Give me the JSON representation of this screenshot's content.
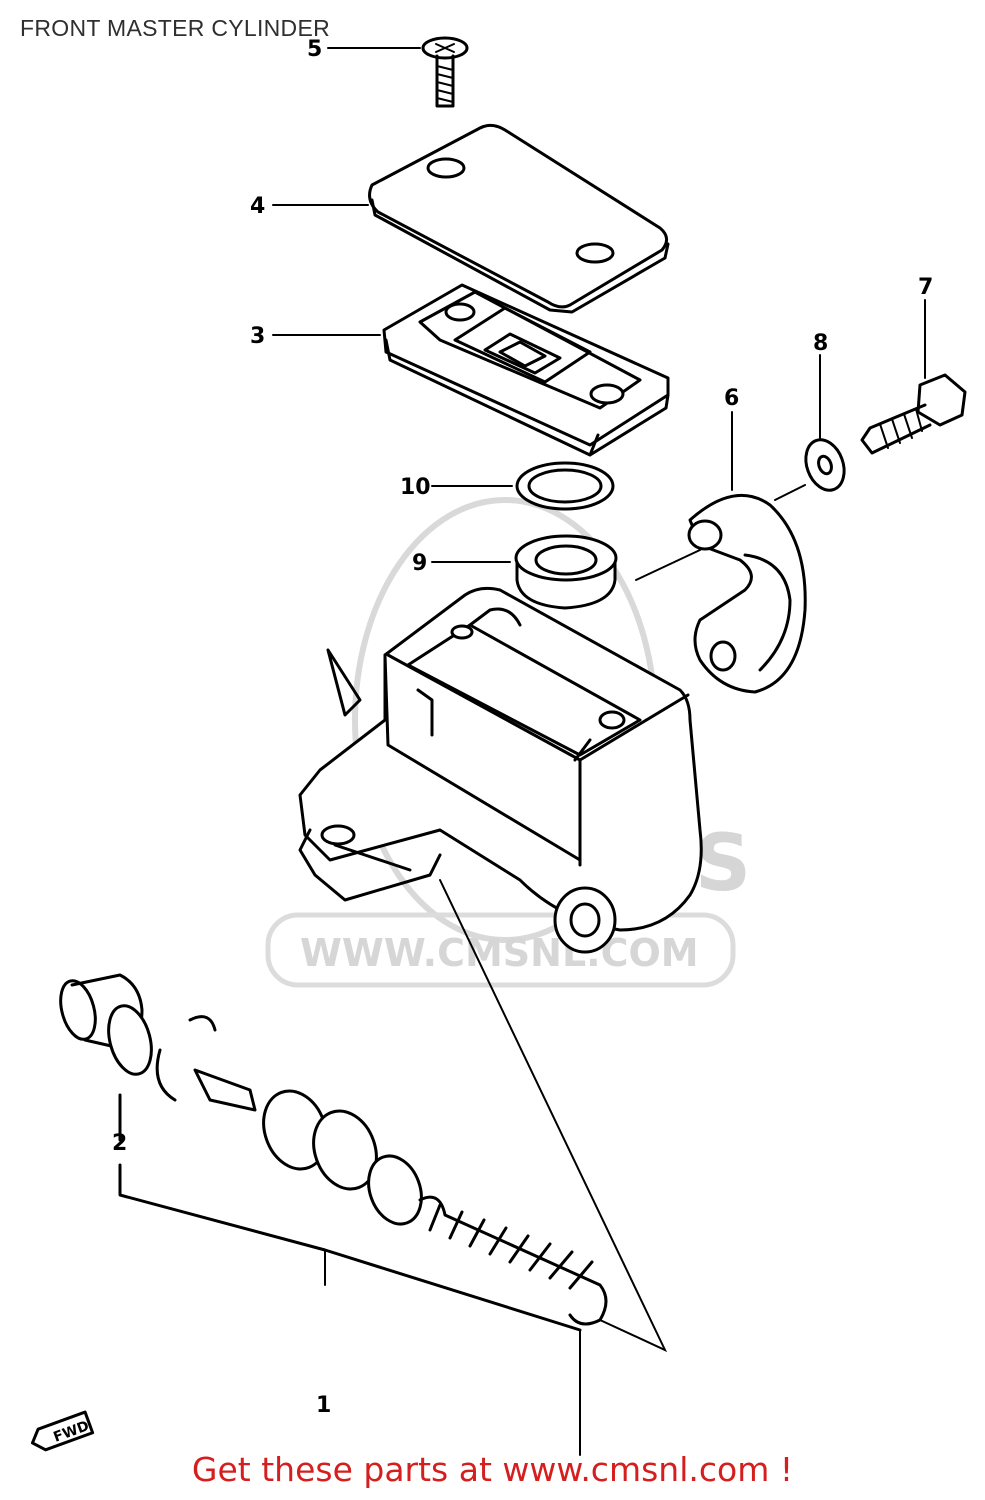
{
  "title": "FRONT MASTER CYLINDER",
  "footer": "Get these parts at www.cmsnl.com !",
  "watermark": {
    "logo_text": "CMS",
    "url_text": "WWW.CMSNL.COM"
  },
  "fwd_label": "FWD",
  "callouts": [
    {
      "number": "1",
      "part": "piston-kit"
    },
    {
      "number": "2",
      "part": "piston-kit-boot"
    },
    {
      "number": "3",
      "part": "diaphragm"
    },
    {
      "number": "4",
      "part": "reservoir-cap"
    },
    {
      "number": "5",
      "part": "cap-screw"
    },
    {
      "number": "6",
      "part": "clamp-holder"
    },
    {
      "number": "7",
      "part": "clamp-bolt"
    },
    {
      "number": "8",
      "part": "washer"
    },
    {
      "number": "9",
      "part": "reservoir-seal"
    },
    {
      "number": "10",
      "part": "o-ring"
    }
  ],
  "colors": {
    "footer_text": "#d51f1f",
    "line_art": "#000000",
    "watermark": "#d6d6d6"
  }
}
